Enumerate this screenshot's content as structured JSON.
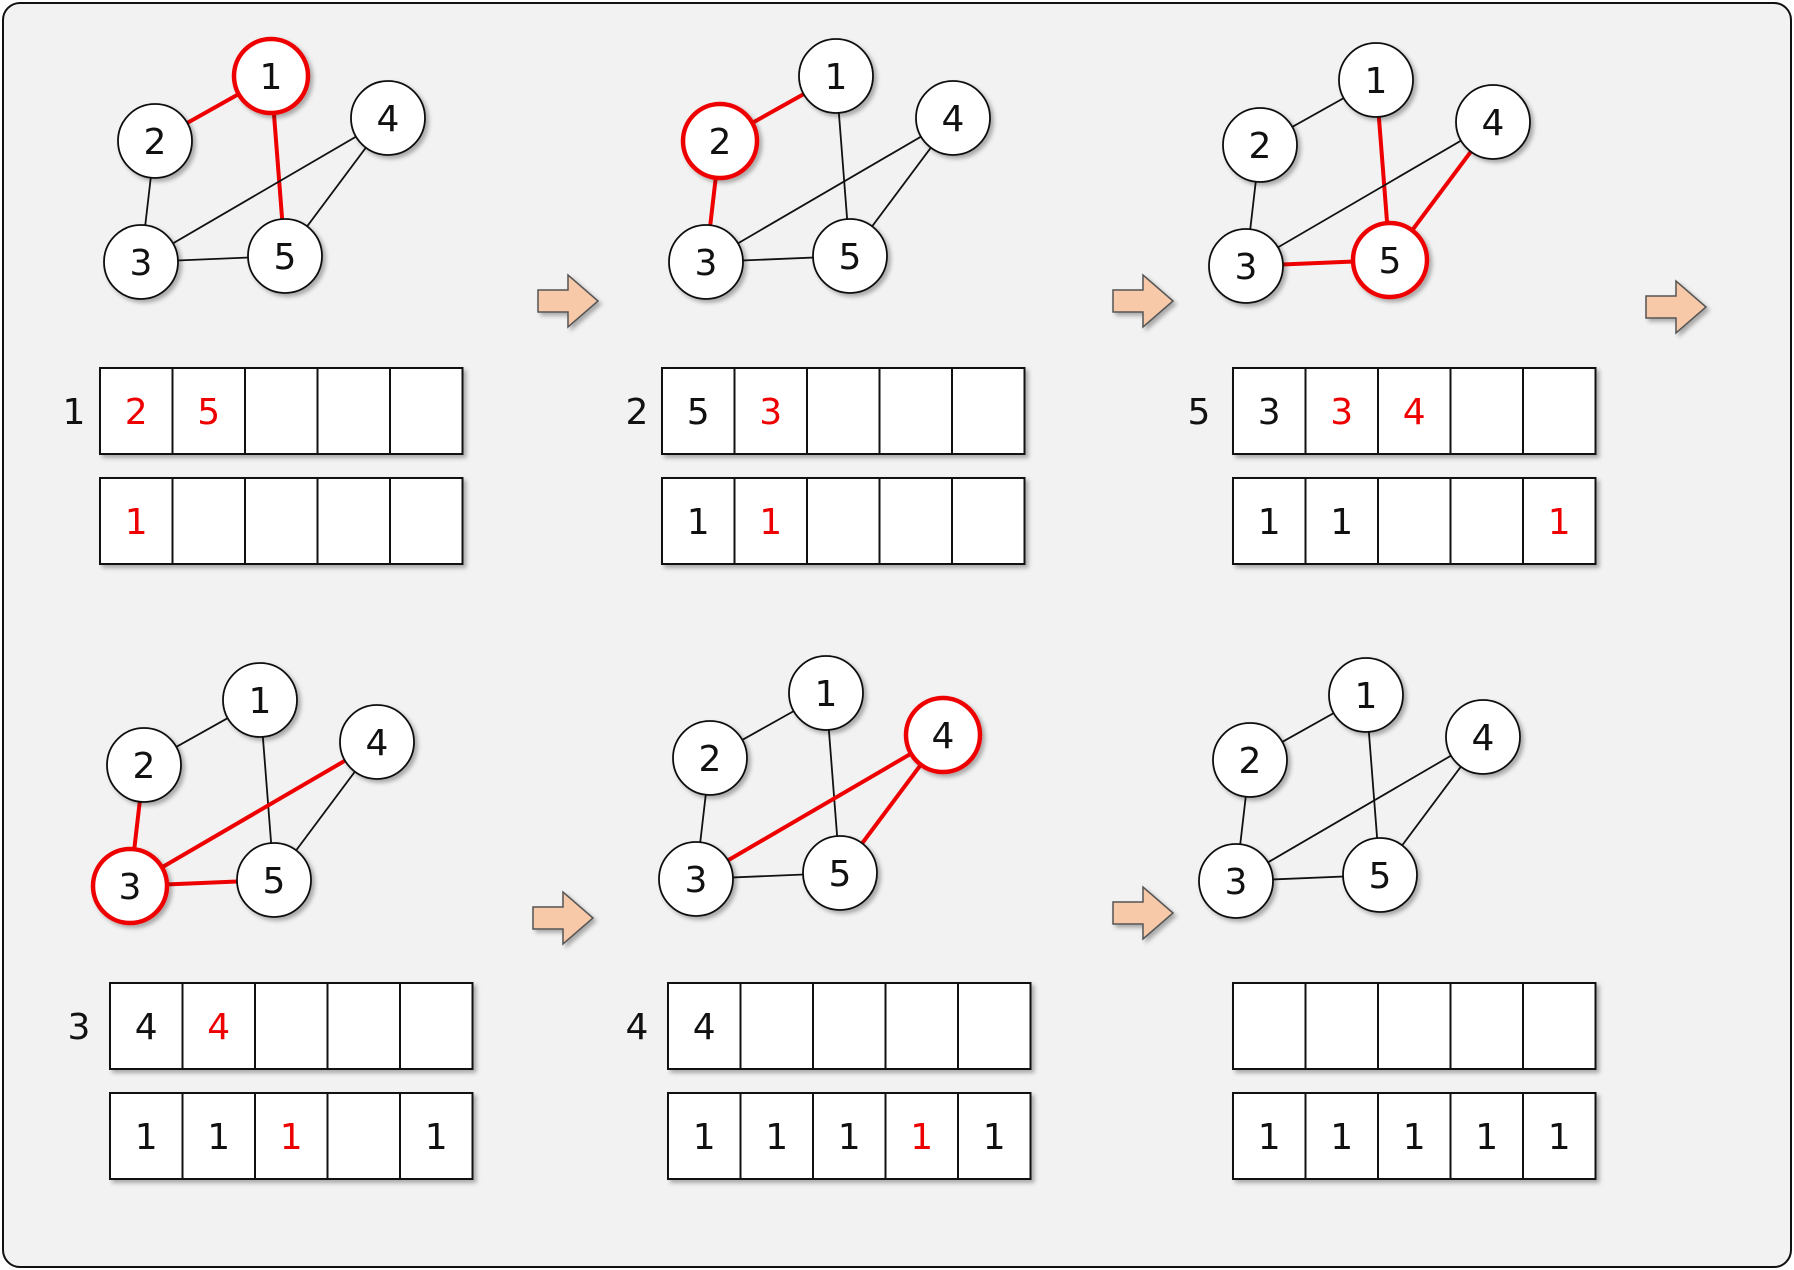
{
  "colors": {
    "background": "#f2f2f2",
    "highlight": "#ee0000",
    "node_fill": "#ffffff",
    "stroke": "#111111",
    "arrow_fill": "#f7c9a8",
    "arrow_stroke": "#555555"
  },
  "arrow_icon": "right-arrow-icon",
  "panels": [
    {
      "current": "1",
      "nodes": [
        "1",
        "2",
        "3",
        "4",
        "5"
      ],
      "edges": [
        [
          "1",
          "2"
        ],
        [
          "1",
          "5"
        ],
        [
          "2",
          "3"
        ],
        [
          "3",
          "4"
        ],
        [
          "3",
          "5"
        ],
        [
          "4",
          "5"
        ]
      ],
      "active_node": "1",
      "active_edges": [
        [
          "1",
          "2"
        ],
        [
          "1",
          "5"
        ]
      ],
      "queue": [
        {
          "v": "2",
          "hl": true
        },
        {
          "v": "5",
          "hl": true
        },
        {
          "v": "",
          "hl": false
        },
        {
          "v": "",
          "hl": false
        },
        {
          "v": "",
          "hl": false
        }
      ],
      "visited": [
        {
          "v": "1",
          "hl": true
        },
        {
          "v": "",
          "hl": false
        },
        {
          "v": "",
          "hl": false
        },
        {
          "v": "",
          "hl": false
        },
        {
          "v": "",
          "hl": false
        }
      ]
    },
    {
      "current": "2",
      "nodes": [
        "1",
        "2",
        "3",
        "4",
        "5"
      ],
      "edges": [
        [
          "1",
          "2"
        ],
        [
          "1",
          "5"
        ],
        [
          "2",
          "3"
        ],
        [
          "3",
          "4"
        ],
        [
          "3",
          "5"
        ],
        [
          "4",
          "5"
        ]
      ],
      "active_node": "2",
      "active_edges": [
        [
          "1",
          "2"
        ],
        [
          "2",
          "3"
        ]
      ],
      "queue": [
        {
          "v": "5",
          "hl": false
        },
        {
          "v": "3",
          "hl": true
        },
        {
          "v": "",
          "hl": false
        },
        {
          "v": "",
          "hl": false
        },
        {
          "v": "",
          "hl": false
        }
      ],
      "visited": [
        {
          "v": "1",
          "hl": false
        },
        {
          "v": "1",
          "hl": true
        },
        {
          "v": "",
          "hl": false
        },
        {
          "v": "",
          "hl": false
        },
        {
          "v": "",
          "hl": false
        }
      ]
    },
    {
      "current": "5",
      "nodes": [
        "1",
        "2",
        "3",
        "4",
        "5"
      ],
      "edges": [
        [
          "1",
          "2"
        ],
        [
          "1",
          "5"
        ],
        [
          "2",
          "3"
        ],
        [
          "3",
          "4"
        ],
        [
          "3",
          "5"
        ],
        [
          "4",
          "5"
        ]
      ],
      "active_node": "5",
      "active_edges": [
        [
          "1",
          "5"
        ],
        [
          "3",
          "5"
        ],
        [
          "4",
          "5"
        ]
      ],
      "queue": [
        {
          "v": "3",
          "hl": false
        },
        {
          "v": "3",
          "hl": true
        },
        {
          "v": "4",
          "hl": true
        },
        {
          "v": "",
          "hl": false
        },
        {
          "v": "",
          "hl": false
        }
      ],
      "visited": [
        {
          "v": "1",
          "hl": false
        },
        {
          "v": "1",
          "hl": false
        },
        {
          "v": "",
          "hl": false
        },
        {
          "v": "",
          "hl": false
        },
        {
          "v": "1",
          "hl": true
        }
      ]
    },
    {
      "current": "3",
      "nodes": [
        "1",
        "2",
        "3",
        "4",
        "5"
      ],
      "edges": [
        [
          "1",
          "2"
        ],
        [
          "1",
          "5"
        ],
        [
          "2",
          "3"
        ],
        [
          "3",
          "4"
        ],
        [
          "3",
          "5"
        ],
        [
          "4",
          "5"
        ]
      ],
      "active_node": "3",
      "active_edges": [
        [
          "2",
          "3"
        ],
        [
          "3",
          "4"
        ],
        [
          "3",
          "5"
        ]
      ],
      "queue": [
        {
          "v": "4",
          "hl": false
        },
        {
          "v": "4",
          "hl": true
        },
        {
          "v": "",
          "hl": false
        },
        {
          "v": "",
          "hl": false
        },
        {
          "v": "",
          "hl": false
        }
      ],
      "visited": [
        {
          "v": "1",
          "hl": false
        },
        {
          "v": "1",
          "hl": false
        },
        {
          "v": "1",
          "hl": true
        },
        {
          "v": "",
          "hl": false
        },
        {
          "v": "1",
          "hl": false
        }
      ]
    },
    {
      "current": "4",
      "nodes": [
        "1",
        "2",
        "3",
        "4",
        "5"
      ],
      "edges": [
        [
          "1",
          "2"
        ],
        [
          "1",
          "5"
        ],
        [
          "2",
          "3"
        ],
        [
          "3",
          "4"
        ],
        [
          "3",
          "5"
        ],
        [
          "4",
          "5"
        ]
      ],
      "active_node": "4",
      "active_edges": [
        [
          "3",
          "4"
        ],
        [
          "4",
          "5"
        ]
      ],
      "queue": [
        {
          "v": "4",
          "hl": false
        },
        {
          "v": "",
          "hl": false
        },
        {
          "v": "",
          "hl": false
        },
        {
          "v": "",
          "hl": false
        },
        {
          "v": "",
          "hl": false
        }
      ],
      "visited": [
        {
          "v": "1",
          "hl": false
        },
        {
          "v": "1",
          "hl": false
        },
        {
          "v": "1",
          "hl": false
        },
        {
          "v": "1",
          "hl": true
        },
        {
          "v": "1",
          "hl": false
        }
      ]
    },
    {
      "current": "",
      "nodes": [
        "1",
        "2",
        "3",
        "4",
        "5"
      ],
      "edges": [
        [
          "1",
          "2"
        ],
        [
          "1",
          "5"
        ],
        [
          "2",
          "3"
        ],
        [
          "3",
          "4"
        ],
        [
          "3",
          "5"
        ],
        [
          "4",
          "5"
        ]
      ],
      "active_node": "",
      "active_edges": [],
      "queue": [
        {
          "v": "",
          "hl": false
        },
        {
          "v": "",
          "hl": false
        },
        {
          "v": "",
          "hl": false
        },
        {
          "v": "",
          "hl": false
        },
        {
          "v": "",
          "hl": false
        }
      ],
      "visited": [
        {
          "v": "1",
          "hl": false
        },
        {
          "v": "1",
          "hl": false
        },
        {
          "v": "1",
          "hl": false
        },
        {
          "v": "1",
          "hl": false
        },
        {
          "v": "1",
          "hl": false
        }
      ]
    }
  ]
}
